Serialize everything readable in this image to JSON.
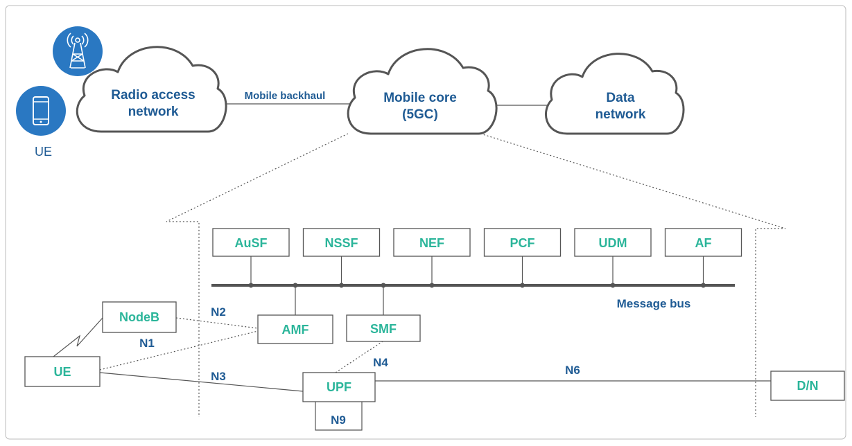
{
  "top_clouds": {
    "ran": {
      "line1": "Radio access",
      "line2": "network"
    },
    "core": {
      "line1": "Mobile core",
      "line2": "(5GC)"
    },
    "data": {
      "line1": "Data",
      "line2": "network"
    }
  },
  "top_link_label": "Mobile backhaul",
  "ue_caption": "UE",
  "icons": {
    "tower": "radio-tower-icon",
    "phone": "smartphone-icon",
    "icon_color": "#2a78c2"
  },
  "network_functions": [
    "AuSF",
    "NSSF",
    "NEF",
    "PCF",
    "UDM",
    "AF"
  ],
  "bus_label": "Message bus",
  "nodes": {
    "amf": "AMF",
    "smf": "SMF",
    "nodeb": "NodeB",
    "ue": "UE",
    "upf": "UPF",
    "dn": "D/N",
    "n9": "N9"
  },
  "interfaces": {
    "n1": "N1",
    "n2": "N2",
    "n3": "N3",
    "n4": "N4",
    "n6": "N6"
  },
  "colors": {
    "label_blue": "#1f5b94",
    "function_green": "#2bb59a",
    "line_gray": "#555555"
  }
}
